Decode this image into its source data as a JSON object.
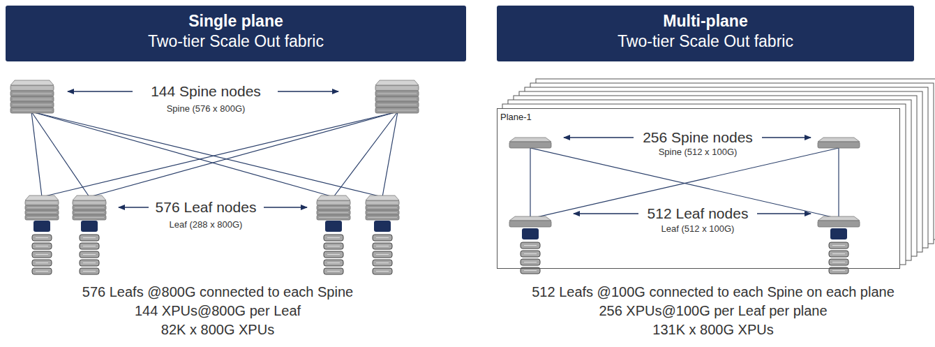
{
  "diagram": {
    "nodes": [
      {
        "text": [
          "Single plane",
          "Two-tier Scale Out fabric"
        ]
      },
      {
        "text": [
          "Multi-plane",
          "Two-tier Scale Out fabric"
        ]
      },
      {
        "text": [
          "Plane-1"
        ]
      }
    ],
    "labels": [
      "144 Spine nodes",
      "Spine (576 x 800G)",
      "576 Leaf nodes",
      "Leaf (288 x 800G)",
      "576 Leafs @800G connected to each Spine",
      "144 XPUs@800G per Leaf",
      "82K x 800G XPUs",
      "256 Spine nodes",
      "Spine (512 x 100G)",
      "512 Leaf nodes",
      "Leaf (512 x 100G)",
      "512 Leafs @100G connected to each Spine on each plane",
      "256 XPUs@100G per Leaf per plane",
      "131K x 800G XPUs"
    ]
  }
}
